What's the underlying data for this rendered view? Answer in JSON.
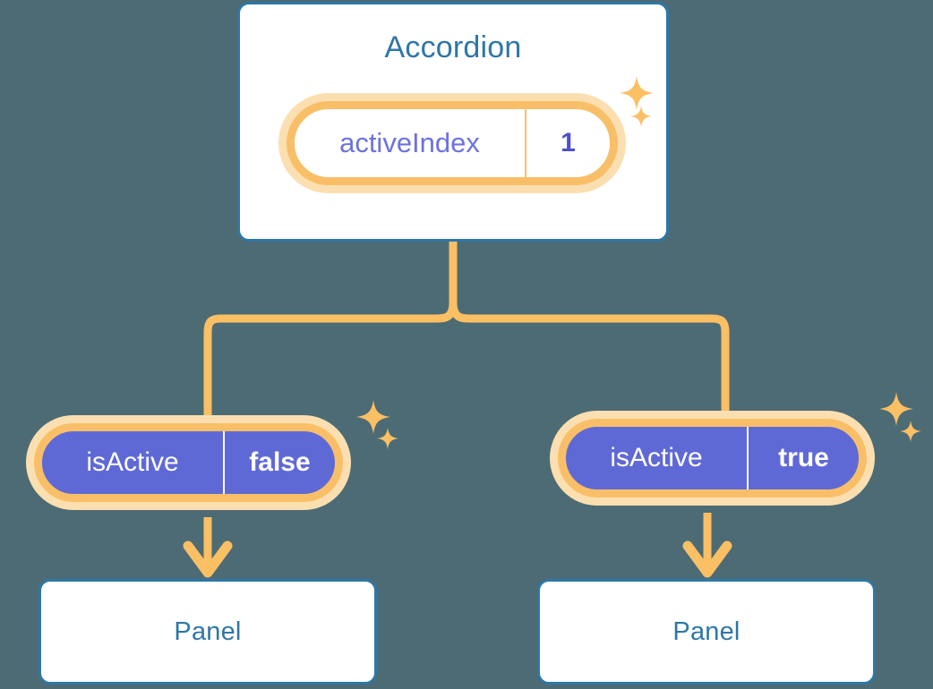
{
  "theme": {
    "background": "#4d6b74",
    "card_border": "#2e77a6",
    "card_fill": "#ffffff",
    "card_text": "#2e77a6",
    "pill_ring": "#f9bf68",
    "pill_glow": "#fbdfb0",
    "pill_solid_fill": "#5f69d6",
    "pill_key_text_light": "#6d72e0",
    "pill_val_text_light": "#4e4fd0",
    "pill_text_solid": "#ffffff",
    "connector": "#fbbf64",
    "sparkle": "#fbbf64"
  },
  "diagram": {
    "type": "component-state-tree",
    "root": {
      "title": "Accordion",
      "state": {
        "key": "activeIndex",
        "value": "1"
      }
    },
    "branches": [
      {
        "state": {
          "key": "isActive",
          "value": "false"
        },
        "child": {
          "title": "Panel"
        }
      },
      {
        "state": {
          "key": "isActive",
          "value": "true"
        },
        "child": {
          "title": "Panel"
        }
      }
    ]
  },
  "icons": {
    "sparkle_large": "sparkle-four-point-icon",
    "sparkle_small": "sparkle-four-point-small-icon",
    "arrow_down": "arrow-down-icon"
  }
}
